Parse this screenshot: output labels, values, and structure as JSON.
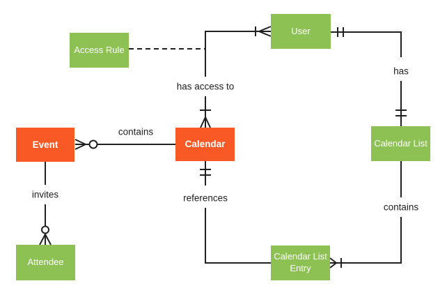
{
  "diagram_type": "entity-relationship",
  "colors": {
    "entity_green": "#8DC153",
    "entity_orange": "#F95A25",
    "entity_text": "#FFFFFF",
    "line": "#202020",
    "label_text": "#202020",
    "background": "#FFFFFF"
  },
  "entities": [
    {
      "id": "event",
      "label": "Event",
      "emphasis": "strong"
    },
    {
      "id": "calendar",
      "label": "Calendar",
      "emphasis": "strong"
    },
    {
      "id": "access-rule",
      "label": "Access Rule",
      "emphasis": "regular"
    },
    {
      "id": "user",
      "label": "User",
      "emphasis": "regular"
    },
    {
      "id": "calendar-list",
      "label": "Calendar List",
      "emphasis": "regular"
    },
    {
      "id": "calendar-list-entry",
      "label": "Calendar List Entry",
      "emphasis": "regular"
    },
    {
      "id": "attendee",
      "label": "Attendee",
      "emphasis": "regular"
    }
  ],
  "relationships": [
    {
      "label": "contains",
      "from": "Event",
      "to": "Calendar",
      "cardinality_at_event": "zero-or-many",
      "style": "solid"
    },
    {
      "label": "has access to",
      "from": "Calendar",
      "to": "User",
      "cardinality_at_calendar": "one-or-many",
      "cardinality_at_user": "one-or-many",
      "style": "solid"
    },
    {
      "label": "has",
      "from": "User",
      "to": "Calendar List",
      "cardinality_at_user": "one-and-only-one",
      "cardinality_at_calendar_list": "one-and-only-one",
      "style": "solid"
    },
    {
      "label": "contains",
      "from": "Calendar List",
      "to": "Calendar List Entry",
      "cardinality_at_entry": "one-or-many",
      "style": "solid"
    },
    {
      "label": "references",
      "from": "Calendar",
      "to": "Calendar List Entry",
      "cardinality_at_calendar": "one-and-only-one",
      "style": "solid"
    },
    {
      "label": "invites",
      "from": "Event",
      "to": "Attendee",
      "cardinality_at_attendee": "zero-or-many",
      "style": "solid"
    },
    {
      "label": "",
      "from": "Access Rule",
      "to": "has-access-to-connector",
      "style": "dashed"
    }
  ]
}
